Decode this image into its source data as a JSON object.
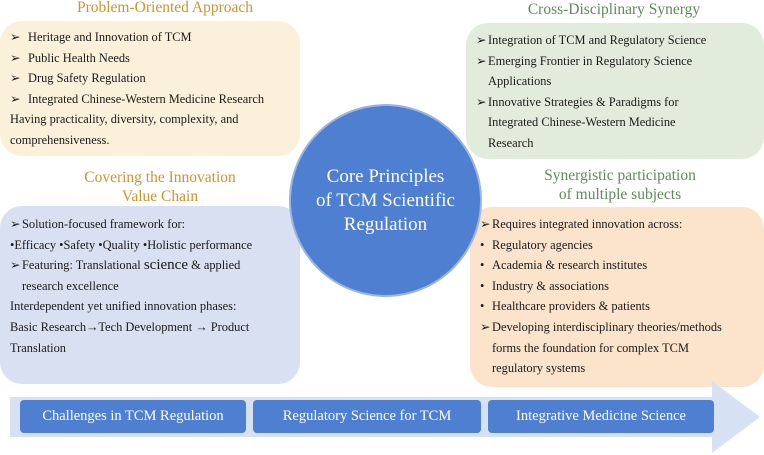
{
  "quadrants": {
    "top_left": {
      "title": "Problem-Oriented Approach",
      "items": [
        "Heritage and Innovation of TCM",
        "Public Health Needs",
        "Drug Safety Regulation",
        "Integrated Chinese-Western Medicine Research"
      ],
      "summary": [
        "Having practicality, diversity, complexity, and",
        "comprehensiveness."
      ]
    },
    "top_right": {
      "title": "Cross-Disciplinary Synergy",
      "items": [
        "Integration of TCM and Regulatory Science",
        [
          "Emerging Frontier in Regulatory Science",
          "Applications"
        ],
        [
          "Innovative Strategies & Paradigms for",
          "Integrated Chinese-Western Medicine",
          "Research"
        ]
      ]
    },
    "bottom_left": {
      "title": [
        "Covering the Innovation",
        "Value Chain"
      ],
      "framework": "Solution-focused framework for:",
      "criteria": "•Efficacy •Safety •Quality •Holistic performance",
      "featuring_prefix": "Featuring: Translational ",
      "featuring_em": "science",
      "featuring_suffix": " & applied",
      "featuring_cont": "research excellence",
      "phases": "Interdependent yet unified innovation phases:",
      "chain": [
        "Basic Research→Tech Development → Product",
        "Translation"
      ]
    },
    "bottom_right": {
      "title": [
        "Synergistic participation",
        "of multiple subjects"
      ],
      "lead": "Requires integrated innovation across:",
      "subjects": [
        "Regulatory agencies",
        "Academia & research institutes",
        "Industry & associations",
        "Healthcare providers & patients"
      ],
      "closing": [
        "Developing interdisciplinary theories/methods",
        "forms the foundation for complex TCM",
        "regulatory systems"
      ]
    }
  },
  "center": {
    "lines": [
      "Core Principles",
      "of TCM Scientific",
      "Regulation"
    ]
  },
  "markers": {
    "arrow": "➢",
    "bullet": "•"
  },
  "timeline": [
    "Challenges in TCM Regulation",
    "Regulatory Science for TCM",
    "Integrative Medicine Science"
  ],
  "colors": {
    "accent_blue": "#4f7fd0",
    "title_orange": "#c9952f",
    "title_green": "#5f8a5a",
    "panel_cream": "#fbf0d9",
    "panel_blue": "#d9e0f1",
    "panel_green": "#e2ecdc",
    "panel_peach": "#fbe3cc",
    "arrow_fill": "#d6e1f3"
  }
}
